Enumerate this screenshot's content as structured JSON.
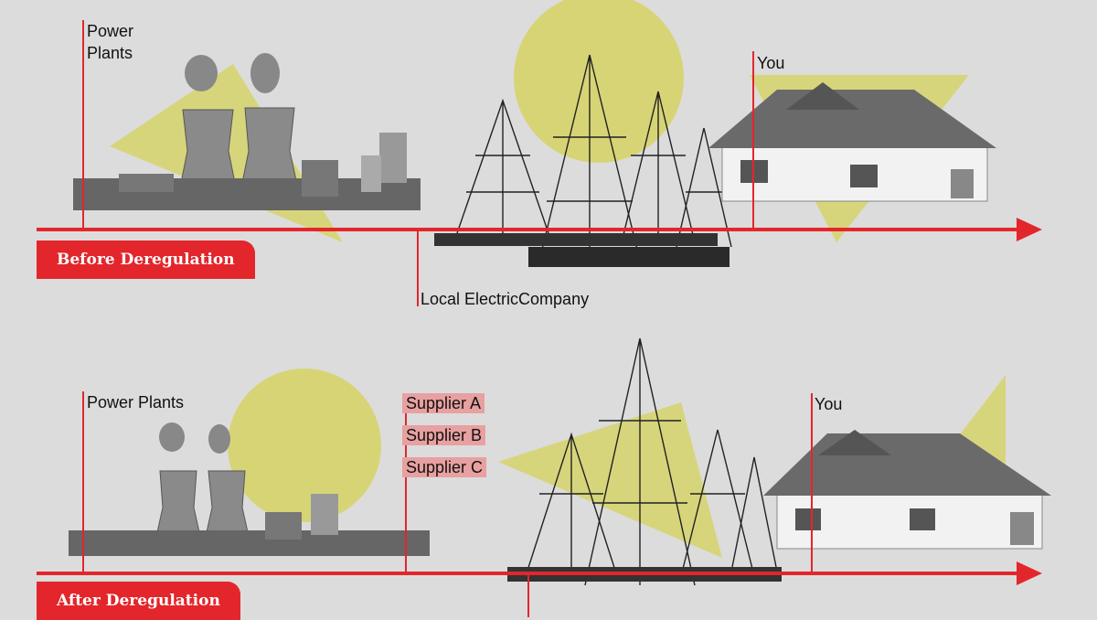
{
  "colors": {
    "accent_red": "#e3262b",
    "yellow_shape": "#d6d36a",
    "background": "#dcdcdc",
    "supplier_highlight": "#e8a0a0"
  },
  "before": {
    "title": "Before Deregulation",
    "power_plants": "Power\nPlants",
    "power_plants_line1": "Power",
    "power_plants_line2": "Plants",
    "utility": "Local ElectricCompany",
    "you": "You"
  },
  "after": {
    "title": "After Deregulation",
    "power_plants": "Power Plants",
    "suppliers": [
      "Supplier A",
      "Supplier B",
      "Supplier C"
    ],
    "you": "You"
  }
}
